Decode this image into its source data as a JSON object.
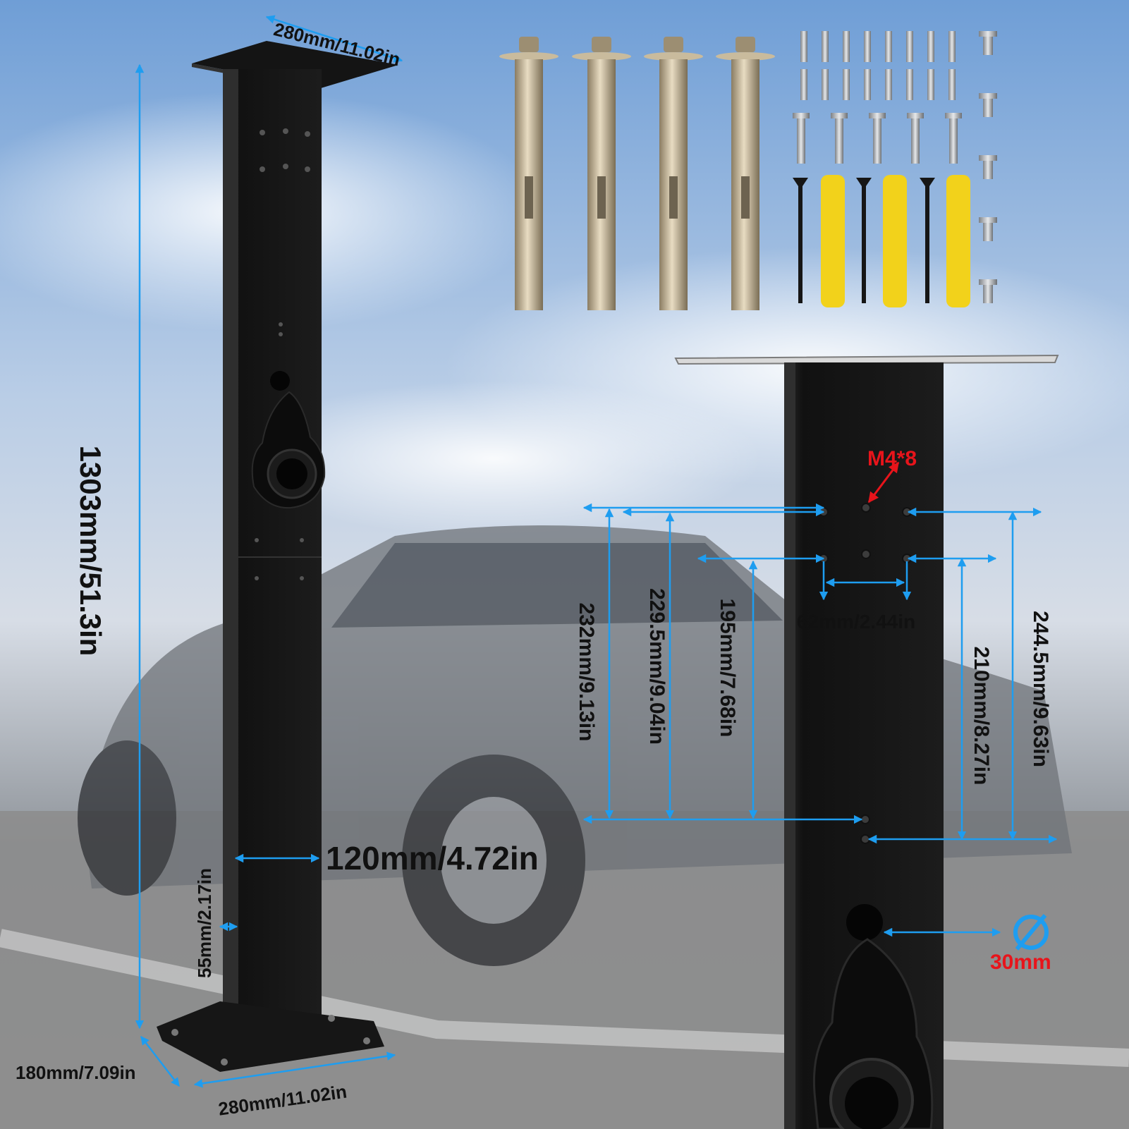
{
  "labels": {
    "height": "1303mm/51.3in",
    "top_plate_width": "280mm/11.02in",
    "column_width": "120mm/4.72in",
    "column_depth": "55mm/2.17in",
    "base_depth": "180mm/7.09in",
    "base_width": "280mm/11.02in",
    "screw_spec": "M4*8",
    "hole_spacing": "62mm/2.44in",
    "dim_232": "232mm/9.13in",
    "dim_229": "229.5mm/9.04in",
    "dim_195": "195mm/7.68in",
    "dim_210": "210mm/8.27in",
    "dim_244": "244.5mm/9.63in",
    "hole_diameter": "30mm"
  },
  "colors": {
    "dimension_line": "#1e9df0",
    "accent_red": "#e8141b",
    "post": "#1a1a1a",
    "anchor_bolt": "#b8a98a",
    "wall_plug": "#f2d21b"
  },
  "icons": {
    "diameter": "diameter-symbol-icon"
  }
}
